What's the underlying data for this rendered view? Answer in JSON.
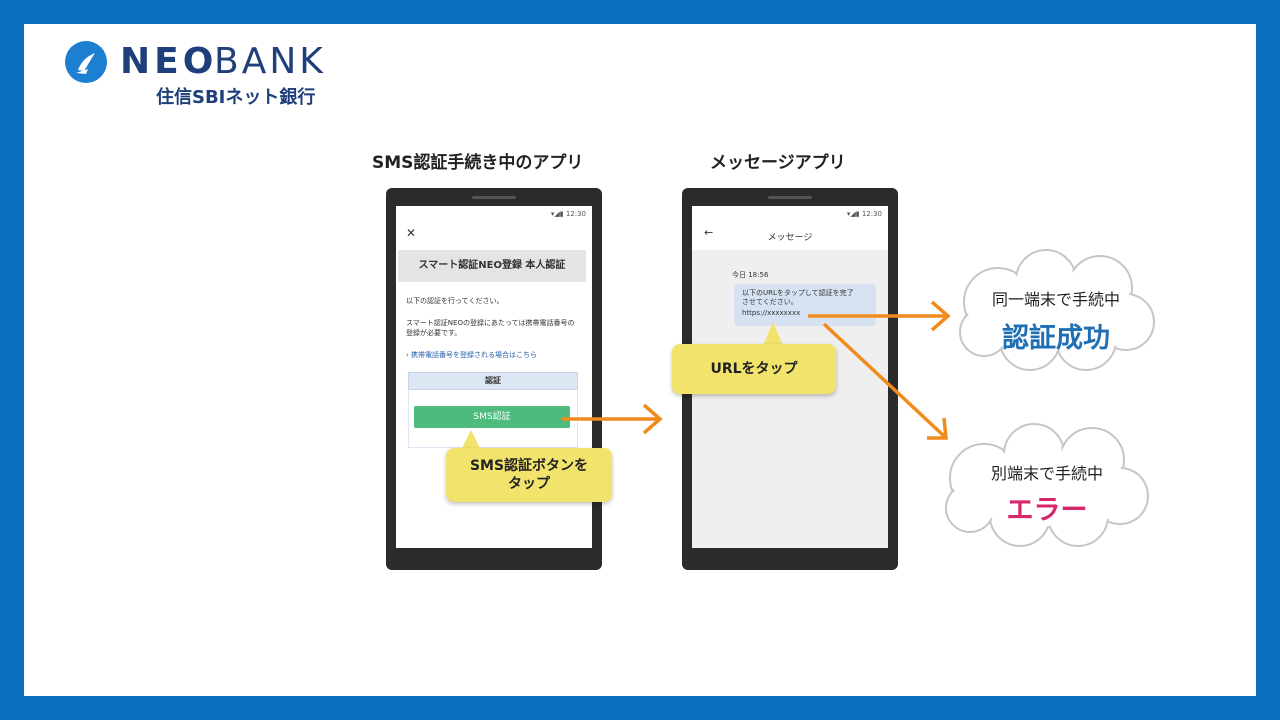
{
  "logo": {
    "word1": "NEO",
    "word2": "BANK",
    "subtitle": "住信SBIネット銀行"
  },
  "left_phone": {
    "column_title": "SMS認証手続き中のアプリ",
    "status_time": "12:30",
    "close_glyph": "✕",
    "header": "スマート認証NEO登録 本人認証",
    "text1": "以下の認証を行ってください。",
    "text2_line1": "スマート認証NEOの登録にあたっては携帯電話番号の",
    "text2_line2": "登録が必要です。",
    "link": "携帯電話番号を登録される場合はこちら",
    "section_label": "認証",
    "button_label": "SMS認証",
    "callout_line1": "SMS認証ボタンを",
    "callout_line2": "タップ"
  },
  "right_phone": {
    "column_title": "メッセージアプリ",
    "status_time": "12:30",
    "back_glyph": "←",
    "title": "メッセージ",
    "date": "今日 18:56",
    "msg_line1": "以下のURLをタップして認証を完了",
    "msg_line2": "させてください。",
    "msg_url": "https://xxxxxxxx",
    "callout": "URLをタップ"
  },
  "outcomes": {
    "same_device_label": "同一端末で手続中",
    "same_device_result": "認証成功",
    "other_device_label": "別端末で手続中",
    "other_device_result": "エラー"
  },
  "colors": {
    "frame": "#0a6fbd",
    "brand_navy": "#1e3f7a",
    "arrow": "#f08c1e",
    "success": "#1f6fb5",
    "error": "#d8266b",
    "button_green": "#4dbb7d",
    "callout_yellow": "#f2e36c"
  }
}
